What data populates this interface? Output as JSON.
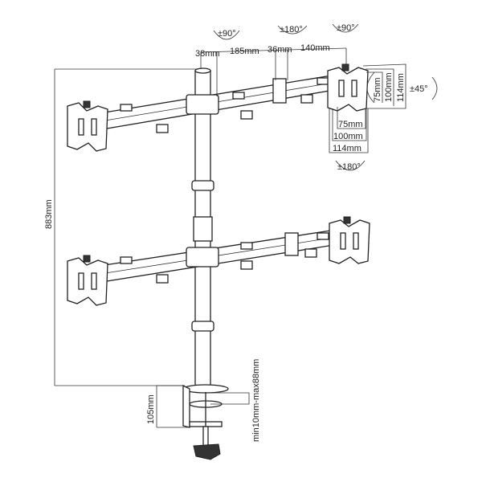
{
  "dimensions": {
    "total_height": "883mm",
    "clamp_height": "105mm",
    "desk_thickness": "min10mm-max88mm",
    "arm_segments": [
      "38mm",
      "185mm",
      "36mm",
      "140mm"
    ],
    "vesa_vertical": [
      "75mm",
      "100mm",
      "114mm"
    ],
    "vesa_horizontal": [
      "75mm",
      "100mm",
      "114mm"
    ]
  },
  "rotations": {
    "arm_base": "±90°",
    "arm_middle": "±180°",
    "arm_head": "±90°",
    "tilt": "±45°",
    "rotation": "±180°"
  }
}
